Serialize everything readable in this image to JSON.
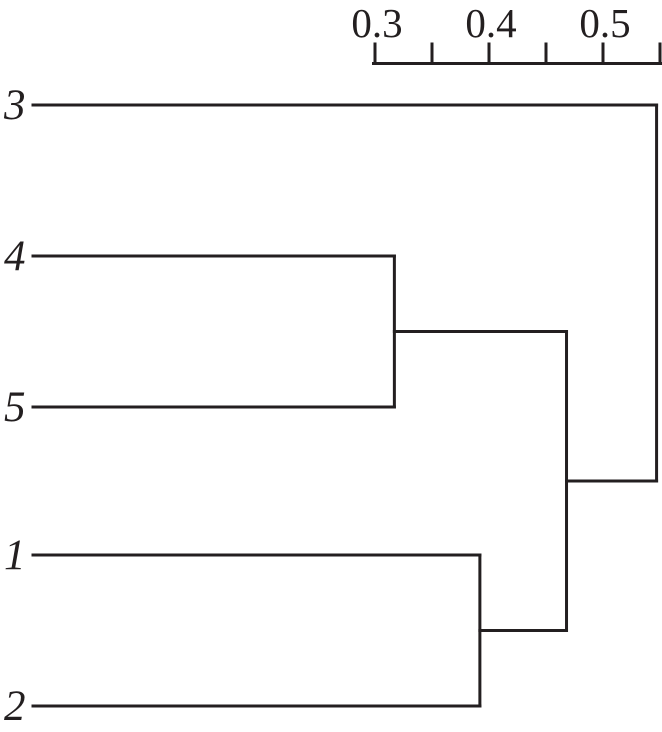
{
  "figure": {
    "background": "#ffffff",
    "line_color": "#231f20",
    "text_color": "#231f20"
  },
  "chart_data": {
    "type": "dendrogram",
    "orientation": "horizontal-leaves-left",
    "title": "",
    "xlabel": "",
    "ylabel": "",
    "axis": {
      "position": "top",
      "tick_values": [
        0.3,
        0.35,
        0.4,
        0.45,
        0.5,
        0.55
      ],
      "labeled_ticks": [
        {
          "value": 0.3,
          "label": "0.3"
        },
        {
          "value": 0.4,
          "label": "0.4"
        },
        {
          "value": 0.5,
          "label": "0.5"
        }
      ],
      "value_range": [
        0,
        0.55
      ],
      "grid": false
    },
    "leaves": [
      {
        "label": "3"
      },
      {
        "label": "4"
      },
      {
        "label": "5"
      },
      {
        "label": "1"
      },
      {
        "label": "2"
      }
    ],
    "merges": [
      {
        "cluster": [
          "4",
          "5"
        ],
        "height": 0.317
      },
      {
        "cluster": [
          "1",
          "2"
        ],
        "height": 0.392
      },
      {
        "cluster": [
          "4",
          "5",
          "1",
          "2"
        ],
        "height": 0.468
      },
      {
        "cluster": [
          "3",
          "4",
          "5",
          "1",
          "2"
        ],
        "height": 0.547
      }
    ],
    "tree": {
      "height": 0.547,
      "children": [
        {
          "leaf": "3"
        },
        {
          "height": 0.468,
          "children": [
            {
              "height": 0.317,
              "children": [
                {
                  "leaf": "4"
                },
                {
                  "leaf": "5"
                }
              ]
            },
            {
              "height": 0.392,
              "children": [
                {
                  "leaf": "1"
                },
                {
                  "leaf": "2"
                }
              ]
            }
          ]
        }
      ]
    }
  }
}
